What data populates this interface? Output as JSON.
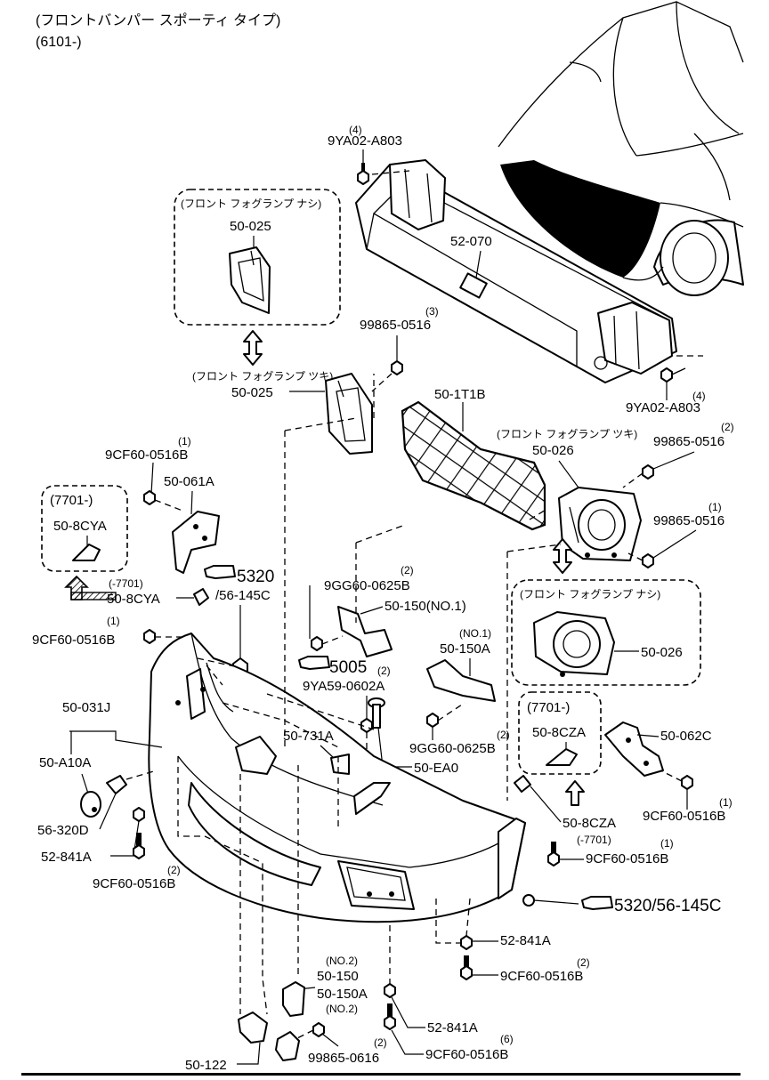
{
  "header": {
    "line1": "(フロントバンパー スポーティ タイプ)",
    "line2": "(6101-)"
  },
  "labels": {
    "reinf_bolt_top": "9YA02-A803",
    "reinf_bolt_top_qty": "(4)",
    "reinforcement": "52-070",
    "reinf_bolt_right": "9YA02-A803",
    "reinf_bolt_right_qty": "(4)",
    "fog_l_bolt": "99865-0516",
    "fog_l_bolt_qty": "(3)",
    "fog_l_nashi_cap": "(フロント フォグランプ ナシ)",
    "fog_l_nashi_part": "50-025",
    "fog_l_tsuki_cap": "(フロント フォグランプ ツキ)",
    "fog_l_tsuki_part": "50-025",
    "grille": "50-1T1B",
    "fog_r_tsuki_cap": "(フロント フォグランプ ツキ)",
    "fog_r_tsuki_part": "50-026",
    "fog_r_bolt_a": "99865-0516",
    "fog_r_bolt_a_qty": "(2)",
    "fog_r_bolt_b": "99865-0516",
    "fog_r_bolt_b_qty": "(1)",
    "fog_r_nashi_cap": "(フロント フォグランプ ナシ)",
    "fog_r_nashi_part": "50-026",
    "br_l_bolt": "9CF60-0516B",
    "br_l_bolt_qty": "(1)",
    "br_l_bracket": "50-061A",
    "box_l_cap": "(7701-)",
    "box_l_part": "50-8CYA",
    "br_l_clip_range": "(-7701)",
    "br_l_clip": "50-8CYA",
    "ref_5320_l": "5320",
    "ref_56145c_l": "/56-145C",
    "side_bolt": "9CF60-0516B",
    "side_bolt_qty": "(1)",
    "bolt_9gg_top": "9GG60-0625B",
    "bolt_9gg_top_qty": "(2)",
    "bracket_150_no1": "50-150(NO.1)",
    "bracket_150a_no1_tag": "(NO.1)",
    "bracket_150a_no1": "50-150A",
    "ref_5005": "5005",
    "ref_5005_qty": "(2)",
    "screw_9ya59": "9YA59-0602A",
    "bolt_9gg_bot": "9GG60-0625B",
    "bolt_9gg_bot_qty": "(2)",
    "fascia": "50-031J",
    "cover_a10a": "50-A10A",
    "cover_320d": "56-320D",
    "nut_841a_l": "52-841A",
    "bolt_bot_l": "9CF60-0516B",
    "bolt_bot_l_qty": "(2)",
    "spoiler_731a": "50-731A",
    "rivet_ea0": "50-EA0",
    "box_r_cap": "(7701-)",
    "box_r_part": "50-8CZA",
    "br_r_bracket": "50-062C",
    "br_r_bolt": "9CF60-0516B",
    "br_r_bolt_qty": "(1)",
    "clip_r": "50-8CZA",
    "clip_r_range": "(-7701)",
    "bolt_r_lower": "9CF60-0516B",
    "bolt_r_lower_qty": "(1)",
    "ref_5320_r": "5320/56-145C",
    "nut_841a_c": "52-841A",
    "bolt_c": "9CF60-0516B",
    "bolt_c_qty": "(2)",
    "bracket_150_no2_tag": "(NO.2)",
    "bracket_150_no2": "50-150",
    "bracket_150a_no2": "50-150A",
    "bracket_150a_no2_tag": "(NO.2)",
    "nut_841a_b": "52-841A",
    "bolt_b": "9CF60-0516B",
    "bolt_b_qty": "(6)",
    "bolt_bl": "99865-0616",
    "bolt_bl_qty": "(2)",
    "cover_122": "50-122"
  }
}
